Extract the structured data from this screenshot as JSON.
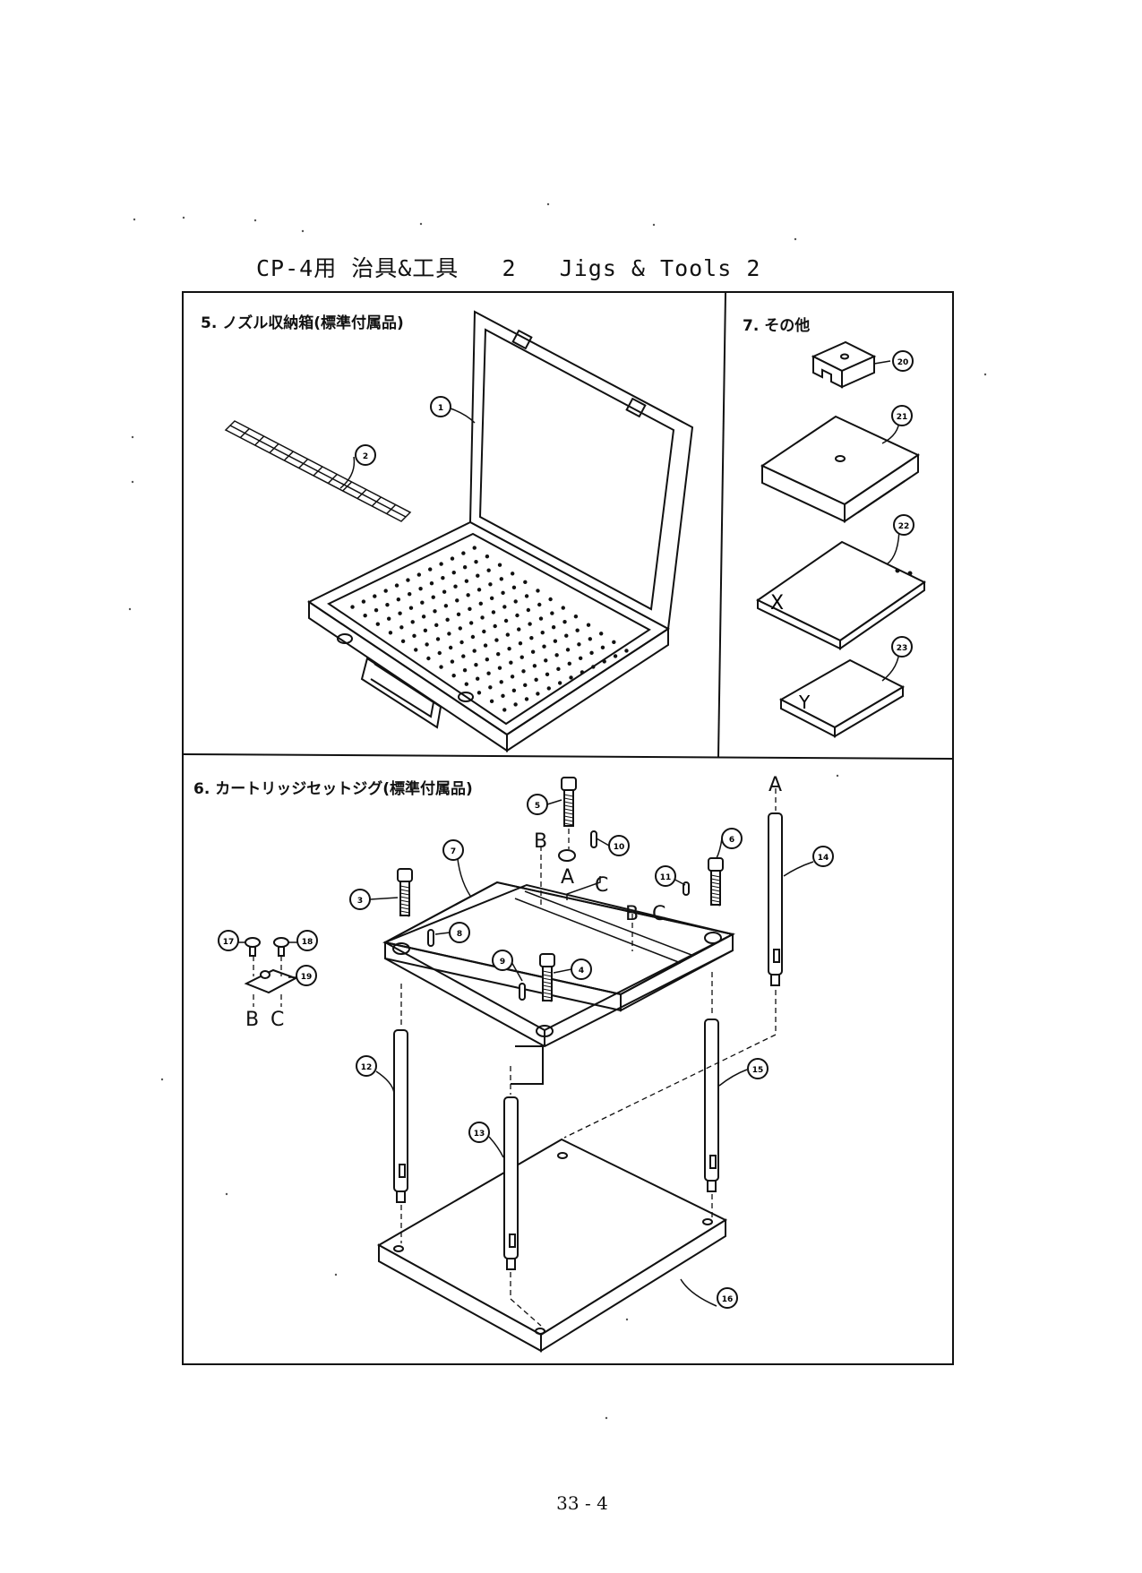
{
  "header": {
    "title": "CP-4用 治具&工具   2   Jigs & Tools 2"
  },
  "sections": [
    {
      "label": "5. ノズル収納箱(標準付属品)"
    },
    {
      "label": "7. その他"
    },
    {
      "label": "6. カートリッジセットジグ(標準付属品)"
    }
  ],
  "callouts": [
    "1",
    "2",
    "3",
    "4",
    "5",
    "6",
    "7",
    "8",
    "9",
    "10",
    "11",
    "12",
    "13",
    "14",
    "15",
    "16",
    "17",
    "18",
    "19",
    "20",
    "21",
    "22",
    "23"
  ],
  "assembly_letters": {
    "a": "A",
    "b": "B",
    "c": "C",
    "x": "X",
    "y": "Y"
  },
  "footer": {
    "page_number": "33 - 4"
  }
}
